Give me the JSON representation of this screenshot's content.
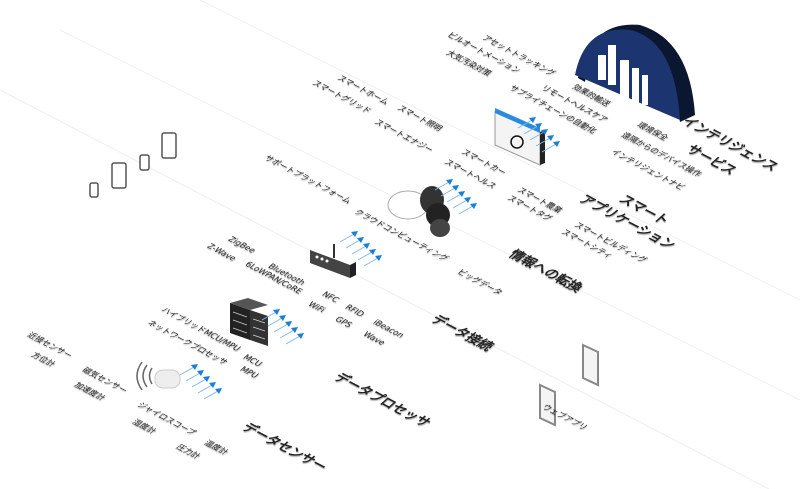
{
  "layers": {
    "intelligence": {
      "title1": "インテリジェンス",
      "title2": "サービス",
      "items": [
        "アセットトラッキング",
        "ビルオートメーション",
        "大気汚染対策",
        "効果的輸送",
        "リモートヘルスケア",
        "サプライチェーンの自動化",
        "環境保全",
        "遠隔からのデバイス操作",
        "インテリジェントナビ"
      ]
    },
    "smart_apps": {
      "title1": "スマート",
      "title2": "アプリケーション",
      "items": [
        "スマートホーム",
        "スマートグリッド",
        "スマート照明",
        "スマートエナジー",
        "スマートカー",
        "スマートヘルス",
        "スマート農業",
        "スマートタグ",
        "スマートビルディング",
        "スマートシティ"
      ]
    },
    "information": {
      "title": "情報への転換",
      "items": [
        "サポートプラットフォーム",
        "クラウドコンピューティング",
        "ビッグデータ"
      ]
    },
    "connectivity": {
      "title": "データ接続",
      "items": [
        "ZigBee",
        "Z-Wave",
        "Bluetooth",
        "6LoWPAN/CoRE",
        "NFC",
        "WiFi",
        "RFID",
        "GPS",
        "iBeacon",
        "Wave"
      ]
    },
    "processor": {
      "title": "データプロセッサ",
      "items": [
        "ハイブリッドMCU/MPU",
        "MCU",
        "ネットワークプロセッサ",
        "MPU"
      ]
    },
    "sensor": {
      "title": "データセンサー",
      "items": [
        "近接センサー",
        "方位計",
        "磁気センサー",
        "加速度計",
        "ジャイロスコープ",
        "湿度計",
        "温度計",
        "圧力計"
      ]
    },
    "web": {
      "title": "ウェブアプリ"
    }
  },
  "colors": {
    "arrow": "#1a7fd6",
    "building": "#1c3570",
    "accent": "#2a8ae0"
  }
}
